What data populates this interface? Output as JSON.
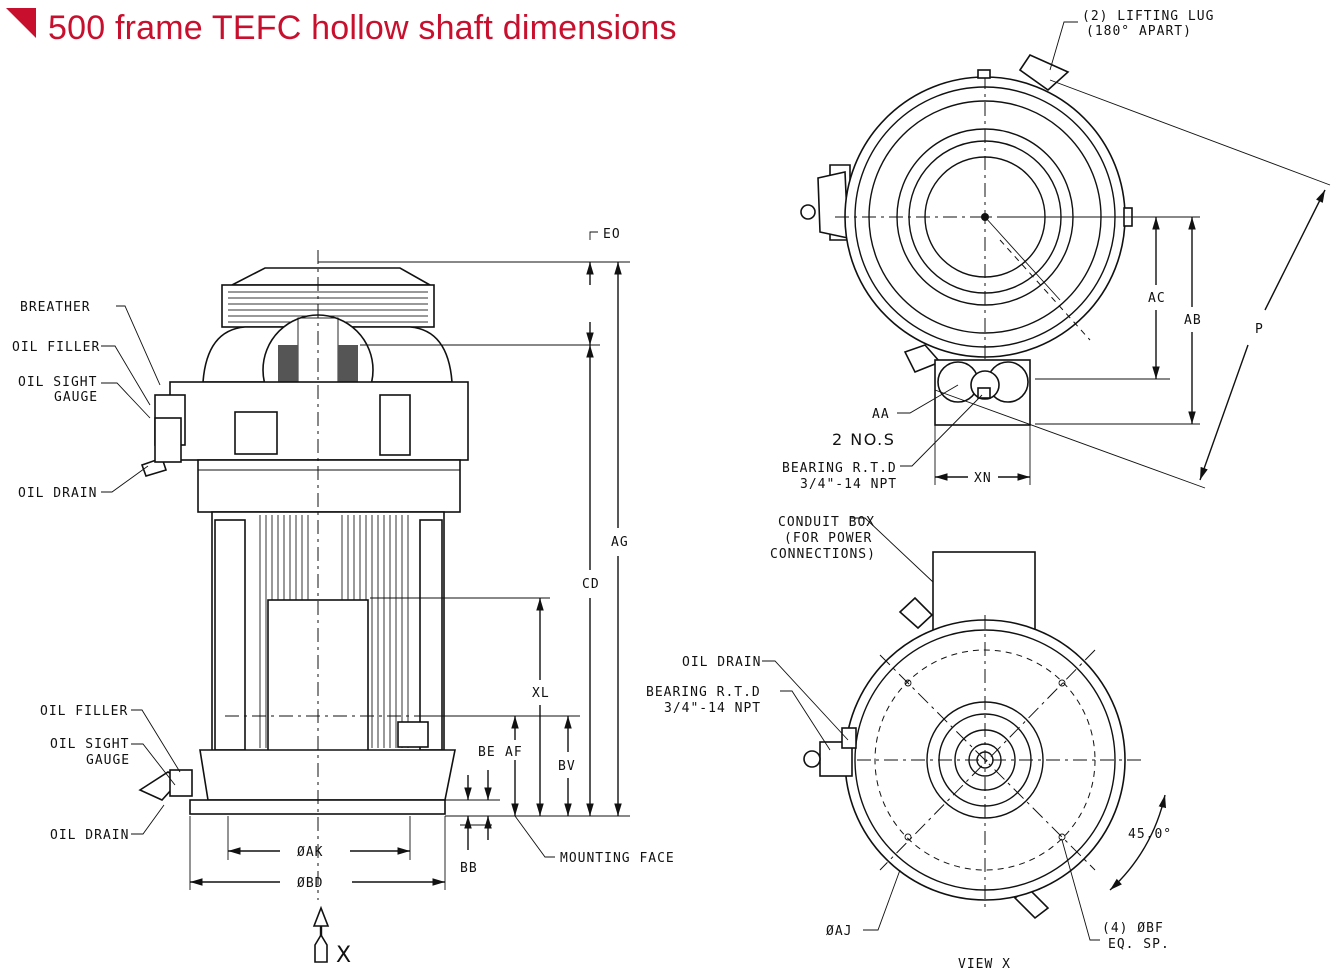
{
  "title": "500 frame TEFC hollow shaft dimensions",
  "brand_color": "#c8102e",
  "side_view": {
    "callouts": {
      "breather": "BREATHER",
      "oil_filler_top": "OIL FILLER",
      "oil_sight_top_1": "OIL SIGHT",
      "oil_sight_top_2": "GAUGE",
      "oil_drain_top": "OIL DRAIN",
      "oil_filler_bottom": "OIL FILLER",
      "oil_sight_bottom_1": "OIL SIGHT",
      "oil_sight_bottom_2": "GAUGE",
      "oil_drain_bottom": "OIL DRAIN",
      "mounting_face": "MOUNTING FACE"
    },
    "dims": {
      "eo": "EO",
      "ag": "AG",
      "cd": "CD",
      "xl": "XL",
      "be": "BE",
      "af": "AF",
      "bv": "BV",
      "bb": "BB",
      "ak": "ØAK",
      "bd": "ØBD"
    },
    "view_arrow": "X"
  },
  "top_view": {
    "callouts": {
      "lifting_lug_1": "(2) LIFTING LUG",
      "lifting_lug_2": "(180° APART)",
      "aa_1": "AA",
      "aa_2": "2 NO.S",
      "rtd_1": "BEARING R.T.D",
      "rtd_2": "3/4\"-14 NPT"
    },
    "dims": {
      "ac": "AC",
      "ab": "AB",
      "p": "P",
      "xn": "XN"
    }
  },
  "bottom_view": {
    "callouts": {
      "conduit_1": "CONDUIT BOX",
      "conduit_2": "(FOR POWER",
      "conduit_3": "CONNECTIONS)",
      "oil_drain": "OIL DRAIN",
      "rtd_1": "BEARING R.T.D",
      "rtd_2": "3/4\"-14 NPT",
      "aj": "ØAJ",
      "bf_1": "(4) ØBF",
      "bf_2": "EQ. SP.",
      "angle": "45.0°",
      "view_label": "VIEW X"
    }
  }
}
